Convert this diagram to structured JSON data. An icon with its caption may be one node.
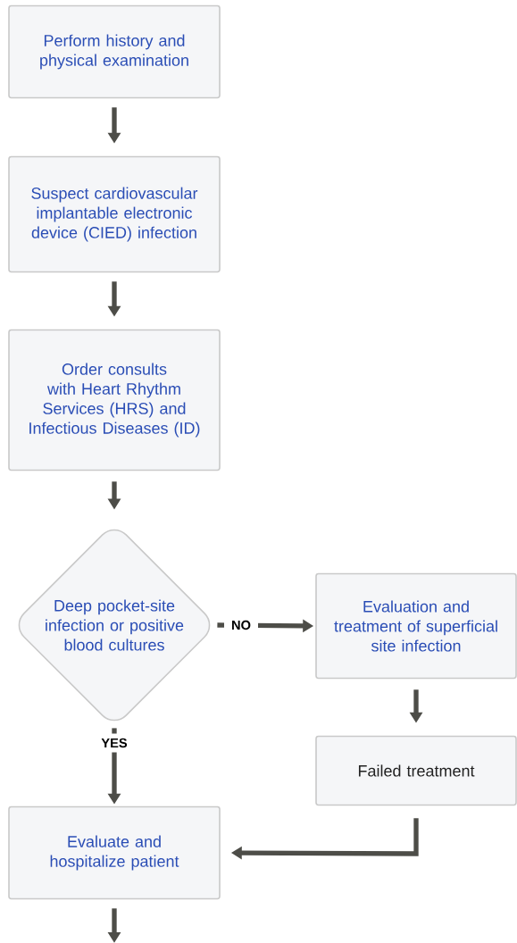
{
  "diagram": {
    "nodes": [
      {
        "text": [
          "Perform history and physical examination"
        ]
      },
      {
        "text": [
          "Suspect cardiovascular implantable electronic device (CIED) infection"
        ]
      },
      {
        "text": [
          "Order consults with Heart Rhythm Services (HRS) and Infectious Diseases (ID)"
        ]
      },
      {
        "text": [
          "Deep pocket-site infection or positive blood cultures"
        ]
      },
      {
        "text": [
          "Evaluation and treatment of superficial site infection"
        ]
      },
      {
        "text": [
          "Failed treatment"
        ]
      },
      {
        "text": [
          "Evaluate and hospitalize patient"
        ]
      }
    ],
    "edges": [
      {
        "from": 0,
        "to": 1,
        "arrow": "to"
      },
      {
        "from": 1,
        "to": 2,
        "arrow": "to"
      },
      {
        "from": 2,
        "to": 3,
        "arrow": "to"
      },
      {
        "from": 3,
        "to": 4,
        "arrow": "to",
        "label": "NO"
      },
      {
        "from": 3,
        "to": 6,
        "arrow": "to",
        "label": "YES"
      },
      {
        "from": 4,
        "to": 5,
        "arrow": "to"
      },
      {
        "from": 5,
        "to": 6,
        "arrow": "to"
      },
      {
        "from": 6,
        "to": null,
        "arrow": "to"
      }
    ]
  }
}
